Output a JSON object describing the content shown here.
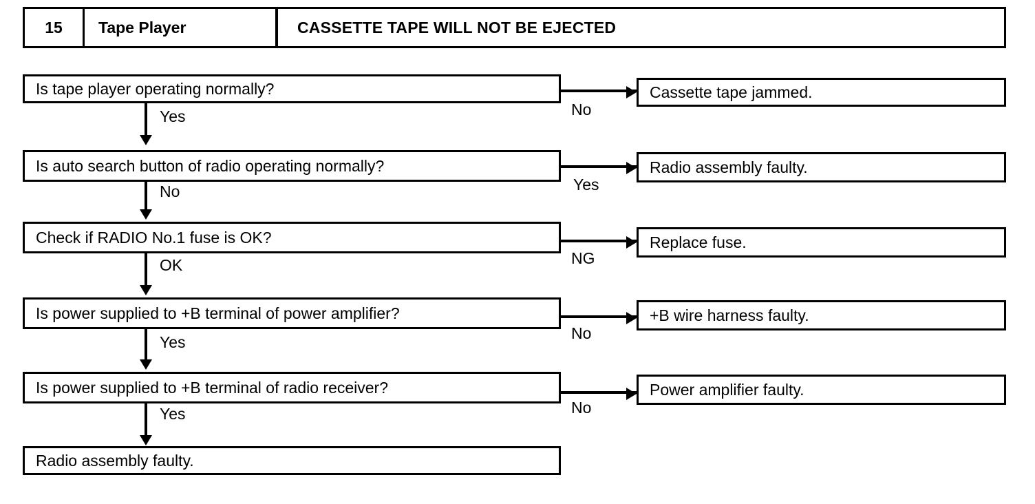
{
  "header": {
    "number": "15",
    "system": "Tape Player",
    "title": "CASSETTE TAPE WILL NOT BE EJECTED"
  },
  "flowchart": {
    "steps": [
      {
        "question": "Is tape player operating normally?",
        "branch_label": "No",
        "result": "Cassette tape jammed.",
        "continue_label": "Yes"
      },
      {
        "question": "Is auto search button of radio operating normally?",
        "branch_label": "Yes",
        "result": "Radio assembly faulty.",
        "continue_label": "No"
      },
      {
        "question": "Check if RADIO No.1 fuse is OK?",
        "branch_label": "NG",
        "result": "Replace fuse.",
        "continue_label": "OK"
      },
      {
        "question": "Is power supplied to +B terminal of power amplifier?",
        "branch_label": "No",
        "result": "+B wire harness faulty.",
        "continue_label": "Yes"
      },
      {
        "question": "Is power supplied to +B terminal of radio receiver?",
        "branch_label": "No",
        "result": "Power amplifier faulty.",
        "continue_label": "Yes"
      }
    ],
    "final": "Radio assembly faulty."
  }
}
